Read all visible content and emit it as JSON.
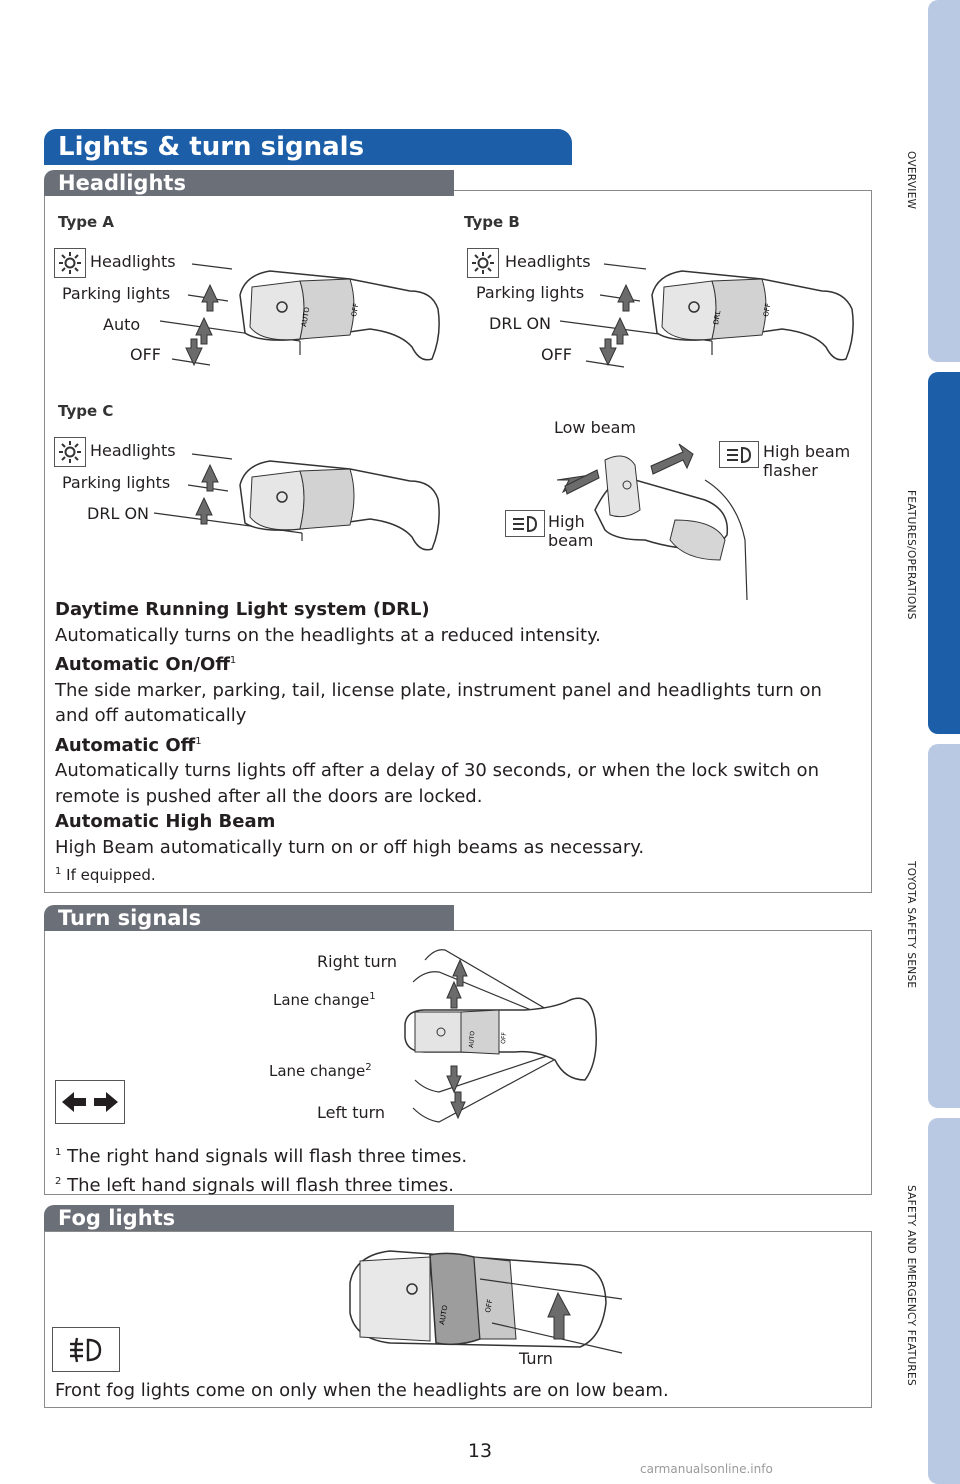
{
  "page": {
    "title": "Lights & turn signals",
    "page_number": "13",
    "watermark": "carmanualsonline.info"
  },
  "side_tabs": [
    {
      "label": "OVERVIEW",
      "active": false
    },
    {
      "label": "FEATURES/OPERATIONS",
      "active": true
    },
    {
      "label": "TOYOTA SAFETY SENSE",
      "active": false
    },
    {
      "label": "SAFETY AND EMERGENCY FEATURES",
      "active": false
    }
  ],
  "headlights": {
    "heading": "Headlights",
    "type_a": {
      "title": "Type A",
      "labels": [
        "Headlights",
        "Parking lights",
        "Auto",
        "OFF"
      ]
    },
    "type_b": {
      "title": "Type B",
      "labels": [
        "Headlights",
        "Parking lights",
        "DRL ON",
        "OFF"
      ]
    },
    "type_c": {
      "title": "Type C",
      "labels": [
        "Headlights",
        "Parking lights",
        "DRL ON"
      ]
    },
    "beam": {
      "low": "Low beam",
      "flasher_1": "High beam",
      "flasher_2": "flasher",
      "high_1": "High",
      "high_2": "beam"
    },
    "paragraphs": [
      {
        "heading": "Daytime Running Light system (DRL)",
        "sup": "",
        "text": "Automatically turns on the headlights at a reduced intensity."
      },
      {
        "heading": "Automatic On/Off",
        "sup": "1",
        "text": "The side marker, parking, tail, license plate, instrument panel and headlights turn on and off automatically"
      },
      {
        "heading": "Automatic Off",
        "sup": "1",
        "text": "Automatically turns lights off after a delay of 30 seconds, or when the lock switch on remote is pushed after all the doors are locked."
      },
      {
        "heading": "Automatic High Beam",
        "sup": "",
        "text": "High Beam automatically turn on or off high beams as necessary."
      }
    ],
    "footnote": {
      "mark": "1",
      "text": "If equipped."
    }
  },
  "turn_signals": {
    "heading": "Turn signals",
    "right_turn": "Right turn",
    "lane_change_1": "Lane change",
    "lane_change_1_sup": "1",
    "lane_change_2": "Lane change",
    "lane_change_2_sup": "2",
    "left_turn": "Left turn",
    "notes": [
      {
        "mark": "1",
        "text": "The right hand signals will flash three times."
      },
      {
        "mark": "2",
        "text": "The left hand signals will flash three times."
      }
    ]
  },
  "fog_lights": {
    "heading": "Fog lights",
    "turn": "Turn",
    "text": "Front fog lights come on only when the headlights are on low beam."
  },
  "switch_markings": {
    "off": "OFF",
    "auto": "AUTO",
    "drl": "DRL"
  },
  "colors": {
    "brand_blue": "#1c5ea8",
    "tab_light": "#b9c9e3",
    "section_gray": "#6b6f78"
  }
}
